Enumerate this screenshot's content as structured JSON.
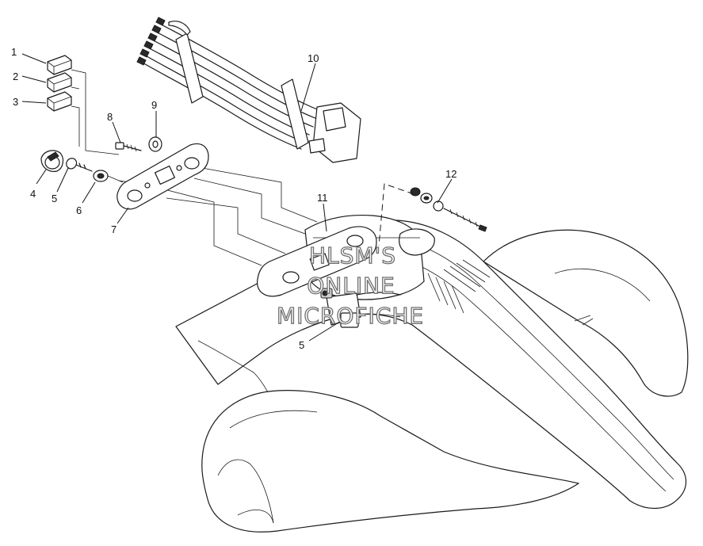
{
  "callouts": [
    {
      "id": "c1",
      "label": "1"
    },
    {
      "id": "c2",
      "label": "2"
    },
    {
      "id": "c3",
      "label": "3"
    },
    {
      "id": "c4",
      "label": "4"
    },
    {
      "id": "c5a",
      "label": "5"
    },
    {
      "id": "c6",
      "label": "6"
    },
    {
      "id": "c7",
      "label": "7"
    },
    {
      "id": "c8",
      "label": "8"
    },
    {
      "id": "c9",
      "label": "9"
    },
    {
      "id": "c10",
      "label": "10"
    },
    {
      "id": "c11",
      "label": "11"
    },
    {
      "id": "c12",
      "label": "12"
    },
    {
      "id": "c5b",
      "label": "5"
    }
  ],
  "watermark": {
    "line1": "HLSM'S",
    "line2": "ONLINE",
    "line3": "MICROFICHE"
  }
}
